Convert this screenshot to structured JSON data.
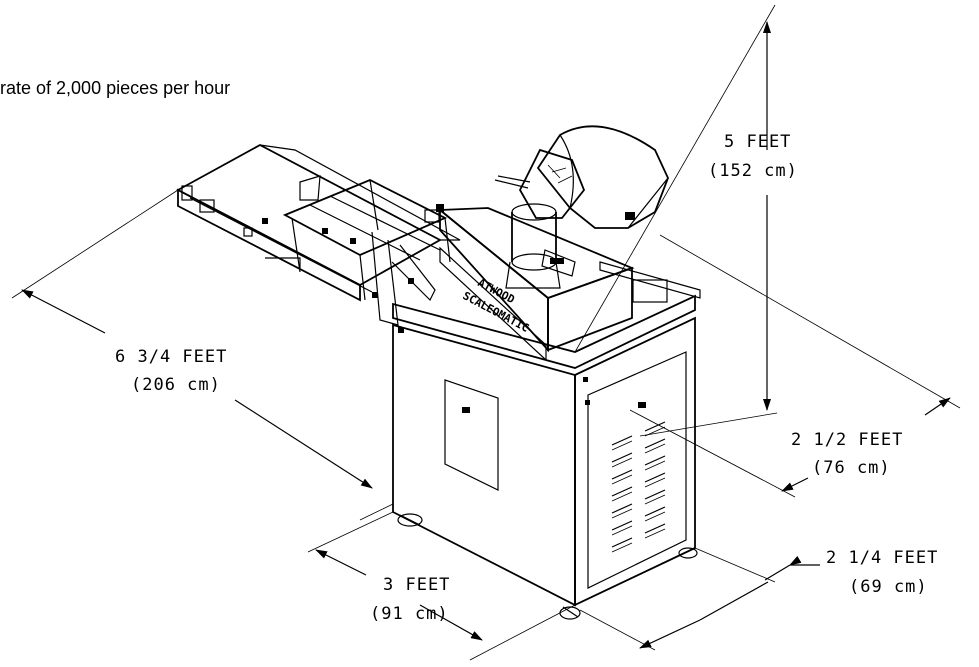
{
  "caption": "rate of 2,000 pieces per hour",
  "machine": {
    "brand_line1": "ATWOOD",
    "brand_line2": "SCALEOMATIC"
  },
  "dimensions": {
    "height": {
      "imperial": "5 FEET",
      "metric": "(152 cm)"
    },
    "length": {
      "imperial": "6 3/4 FEET",
      "metric": "(206 cm)"
    },
    "depth_top": {
      "imperial": "2 1/2 FEET",
      "metric": "(76 cm)"
    },
    "width_base": {
      "imperial": "3 FEET",
      "metric": "(91 cm)"
    },
    "depth_base": {
      "imperial": "2 1/4 FEET",
      "metric": "(69 cm)"
    }
  }
}
